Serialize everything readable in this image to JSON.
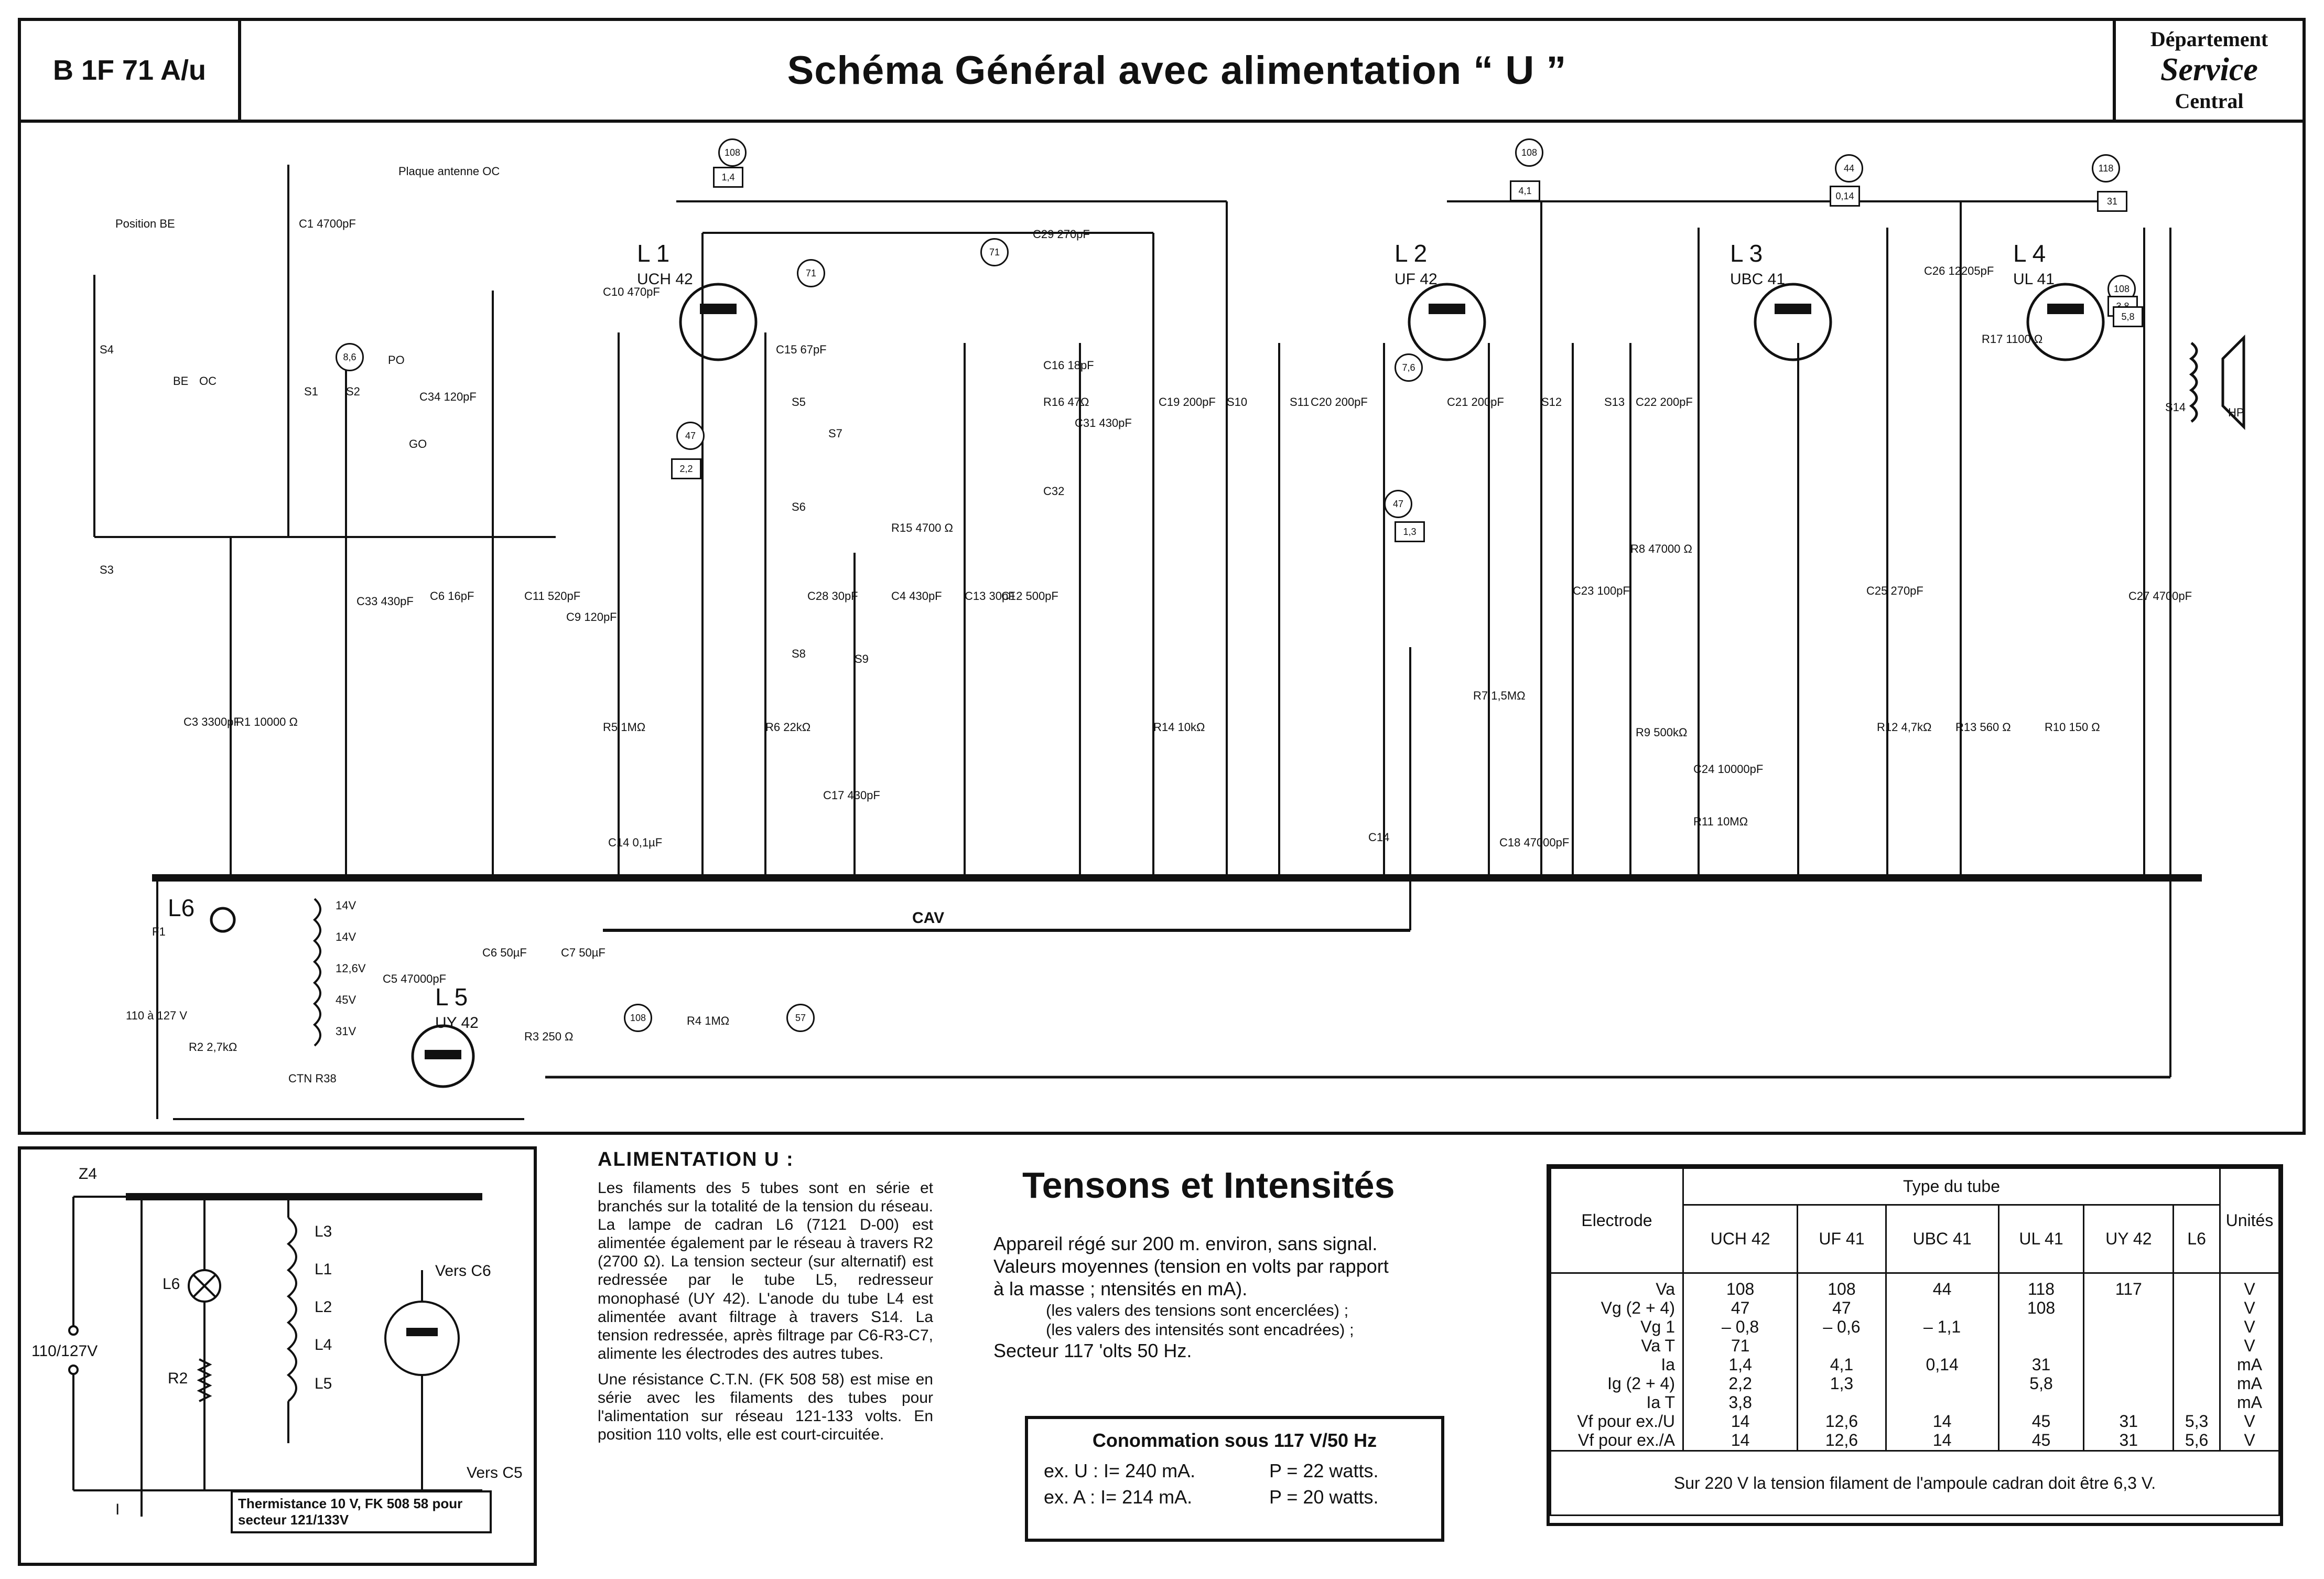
{
  "header": {
    "ref": "B 1F 71 A/u",
    "title": "Schéma Général avec alimentation “ U ”",
    "dept_line1": "Département",
    "dept_line2": "Service",
    "dept_line3": "Central"
  },
  "schematic": {
    "tube_labels": [
      {
        "name": "L 1",
        "type": "UCH 42"
      },
      {
        "name": "L 2",
        "type": "UF 42"
      },
      {
        "name": "L 3",
        "type": "UBC 41"
      },
      {
        "name": "L 4",
        "type": "UL 41"
      },
      {
        "name": "L 5",
        "type": "UY 42"
      },
      {
        "name": "L6",
        "type": ""
      }
    ],
    "voltage_circles": [
      "108",
      "108",
      "44",
      "118",
      "71",
      "108",
      "47",
      "47",
      "71",
      "8,6",
      "7,6",
      "108",
      "57"
    ],
    "current_boxes": [
      "1,4",
      "4,1",
      "0,14",
      "31",
      "3,8",
      "2,2",
      "1,3",
      "5,8"
    ],
    "components": [
      "C1 4700pF",
      "C10 470pF",
      "C29 270pF",
      "C34 120pF",
      "C15 67pF",
      "C16 18pF",
      "R16 47Ω",
      "C31 430pF",
      "C19 200pF",
      "C20 200pF",
      "C21 200pF",
      "C22 200pF",
      "C26 12205pF",
      "R17 1100 Ω",
      "C6 16pF",
      "C11 520pF",
      "C33 430pF",
      "C9 120pF",
      "C32",
      "R15 4700 Ω",
      "C28 30pF",
      "C4 430pF",
      "C13 30pF",
      "C12 500pF",
      "R8 47000 Ω",
      "C23 100pF",
      "C25 270pF",
      "C27 4700pF",
      "C3 3300pF",
      "R1 10000 Ω",
      "R5 1MΩ",
      "R6 22kΩ",
      "C17 430pF",
      "R14 10kΩ",
      "R7 1,5MΩ",
      "R9 500kΩ",
      "C24 10000pF",
      "R11 10MΩ",
      "R12 4,7kΩ",
      "R13 560 Ω",
      "R10 150 Ω",
      "C14 0,1µF",
      "C18 47000pF",
      "C14",
      "C5 47000pF",
      "C6 50µF",
      "C7 50µF",
      "R4 1MΩ",
      "R3 250 Ω",
      "R2 2,7kΩ",
      "CTN R38",
      "F1",
      "S14",
      "HP"
    ],
    "coils": [
      "S1",
      "S2",
      "S4",
      "S5",
      "S6",
      "S7",
      "S8",
      "S9",
      "S10",
      "S11",
      "S12",
      "S13",
      "S3"
    ],
    "switch_labels": [
      "BE",
      "OC",
      "PO",
      "GO"
    ],
    "misc": {
      "aerial_note": "Plaque antenne OC",
      "cav": "CAV",
      "mains": "110 à 127 V",
      "bulb_note": "Position BE",
      "fil_taps": [
        "14V",
        "14V",
        "12,6V",
        "45V",
        "31V"
      ]
    }
  },
  "inset": {
    "labels": [
      "Z4",
      "L6",
      "R2",
      "110/127V",
      "L3",
      "L1",
      "L2",
      "L4",
      "L5",
      "Vers C6",
      "Vers C5",
      "I"
    ],
    "thermistance": "Thermistance 10 V, FK 508 58 pour secteur 121/133V"
  },
  "alimentation": {
    "heading": "ALIMENTATION U :",
    "paragraphs": [
      "Les filaments des 5 tubes sont en série et branchés sur la totalité de la tension du réseau. La lampe de cadran L6 (7121 D-00) est alimentée également par le réseau à travers R2 (2700 Ω). La tension secteur (sur alternatif) est redressée par le tube L5, redresseur monophasé (UY 42). L'anode du tube L4 est alimentée avant filtrage à travers S14. La tension redressée, après filtrage par C6-R3-C7, alimente les électrodes des autres tubes.",
      "Une résistance C.T.N. (FK 508 58) est mise en série avec les filaments des tubes pour l'alimentation sur réseau 121-133 volts. En position 110 volts, elle est court-circuitée."
    ]
  },
  "tensions": {
    "title": "Tensons et Intensités",
    "line1": "Appareil régé sur 200 m. environ, sans signal.",
    "line2": "Valeurs moyennes (tension en volts par rapport",
    "line3": "à la masse ; ntensités en mA).",
    "line4": "(les valers des tensions sont encerclées) ;",
    "line5": "(les valers des intensités sont encadrées) ;",
    "line6": "Secteur 117 'olts 50 Hz."
  },
  "consommation": {
    "title": "Conommation sous 117 V/50 Hz",
    "row1_left": "ex. U : I= 240 mA.",
    "row1_right": "P = 22 watts.",
    "row2_left": "ex. A : I= 214 mA.",
    "row2_right": "P = 20 watts."
  },
  "table": {
    "electrode_header": "Electrode",
    "type_header": "Type du tube",
    "units_header": "Unités",
    "columns": [
      "UCH 42",
      "UF 41",
      "UBC 41",
      "UL 41",
      "UY 42",
      "L6"
    ],
    "rows": [
      {
        "electrode": "Va",
        "values": [
          "108",
          "108",
          "44",
          "118",
          "117",
          ""
        ],
        "unit": "V"
      },
      {
        "electrode": "Vg (2 + 4)",
        "values": [
          "47",
          "47",
          "",
          "108",
          "",
          ""
        ],
        "unit": "V"
      },
      {
        "electrode": "Vg 1",
        "values": [
          "– 0,8",
          "– 0,6",
          "– 1,1",
          "",
          "",
          ""
        ],
        "unit": "V"
      },
      {
        "electrode": "Va T",
        "values": [
          "71",
          "",
          "",
          "",
          "",
          ""
        ],
        "unit": "V"
      },
      {
        "electrode": "Ia",
        "values": [
          "1,4",
          "4,1",
          "0,14",
          "31",
          "",
          ""
        ],
        "unit": "mA"
      },
      {
        "electrode": "Ig (2 + 4)",
        "values": [
          "2,2",
          "1,3",
          "",
          "5,8",
          "",
          ""
        ],
        "unit": "mA"
      },
      {
        "electrode": "Ia T",
        "values": [
          "3,8",
          "",
          "",
          "",
          "",
          ""
        ],
        "unit": "mA"
      },
      {
        "electrode": "Vf pour ex./U",
        "values": [
          "14",
          "12,6",
          "14",
          "45",
          "31",
          "5,3"
        ],
        "unit": "V"
      },
      {
        "electrode": "Vf pour ex./A",
        "values": [
          "14",
          "12,6",
          "14",
          "45",
          "31",
          "5,6"
        ],
        "unit": "V"
      }
    ],
    "footer": "Sur 220 V la tension filament de l'ampoule cadran doit être 6,3 V."
  }
}
